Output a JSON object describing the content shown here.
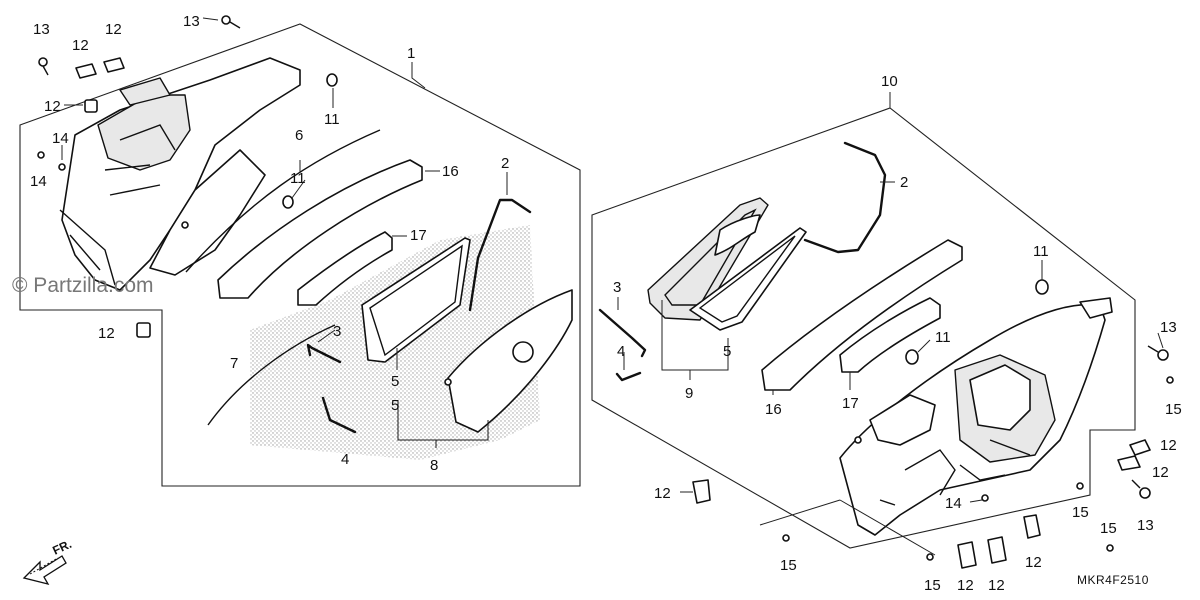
{
  "callouts": {
    "l1": "1",
    "l2": "2",
    "l3": "3",
    "l4": "4",
    "l5a": "5",
    "l5b": "5",
    "l6": "6",
    "l7": "7",
    "l8": "8",
    "l11a": "11",
    "l11b": "11",
    "l12a": "12",
    "l12b": "12",
    "l12c": "12",
    "l12d": "12",
    "l13": "13",
    "l13b": "13",
    "l14a": "14",
    "l14b": "14",
    "l16": "16",
    "l17": "17",
    "r10": "10",
    "r2": "2",
    "r3": "3",
    "r4": "4",
    "r5": "5",
    "r9": "9",
    "r11a": "11",
    "r11b": "11",
    "r16": "16",
    "r17": "17",
    "r13a": "13",
    "r13b": "13",
    "r14": "14",
    "r15a": "15",
    "r15b": "15",
    "r15c": "15",
    "r15d": "15",
    "r15e": "15",
    "r12a": "12",
    "r12b": "12",
    "r12c": "12",
    "r12d": "12",
    "r12e": "12"
  },
  "watermark": "© Partzilla.com",
  "direction_label": "FR.",
  "diagram_code": "MKR4F2510"
}
